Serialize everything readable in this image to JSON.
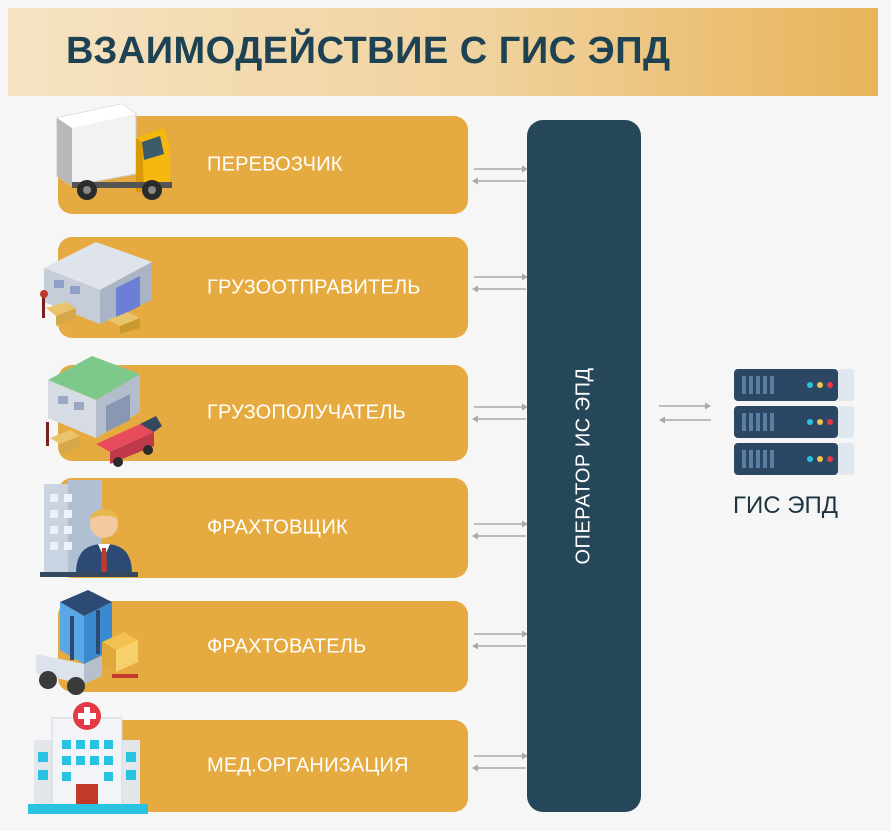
{
  "header": {
    "title": "ВЗАИМОДЕЙСТВИЕ С ГИС ЭПД"
  },
  "participants": [
    {
      "label": "ПЕРЕВОЗЧИК",
      "icon": "truck-icon"
    },
    {
      "label": "ГРУЗООТПРАВИТЕЛЬ",
      "icon": "warehouse-icon"
    },
    {
      "label": "ГРУЗОПОЛУЧАТЕЛЬ",
      "icon": "warehouse-truck-icon"
    },
    {
      "label": "ФРАХТОВЩИК",
      "icon": "businessman-icon"
    },
    {
      "label": "ФРАХТОВАТЕЛЬ",
      "icon": "forklift-icon"
    },
    {
      "label": "МЕД.ОРГАНИЗАЦИЯ",
      "icon": "hospital-icon"
    }
  ],
  "operator": {
    "label": "ОПЕРАТОР ИС ЭПД"
  },
  "gis": {
    "label": "ГИС ЭПД",
    "icon": "server-icon"
  },
  "colors": {
    "row": "#e6ab40",
    "operator": "#264759",
    "title": "#1d4253",
    "arrow": "#a9a9a9"
  }
}
